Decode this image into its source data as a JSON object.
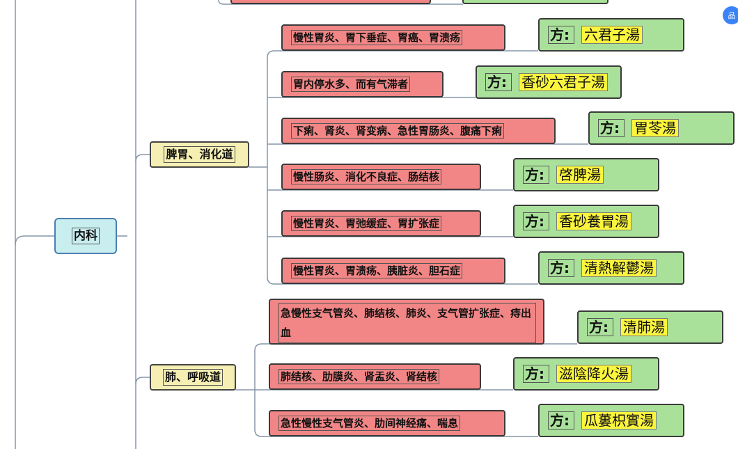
{
  "root": {
    "label": "内科"
  },
  "formula_label": "方:",
  "categories": [
    {
      "label": "脾胃、消化道",
      "rows": [
        {
          "symptom": "慢性胃炎、胃下垂症、胃癌、胃溃疡",
          "formula": "六君子湯"
        },
        {
          "symptom": "胃内停水多、而有气滞者",
          "formula": "香砂六君子湯"
        },
        {
          "symptom": "下痢、肾炎、肾变病、急性胃肠炎、腹痛下痢",
          "formula": "胃苓湯"
        },
        {
          "symptom": "慢性肠炎、消化不良症、肠结核",
          "formula": "啓脾湯"
        },
        {
          "symptom": "慢性胃炎、胃弛缓症、胃扩张症",
          "formula": "香砂養胃湯"
        },
        {
          "symptom": "慢性胃炎、胃溃疡、胰脏炎、胆石症",
          "formula": "清熱解鬱湯"
        }
      ]
    },
    {
      "label": "肺、呼吸道",
      "rows": [
        {
          "symptom": "急慢性支气管炎、肺结核、肺炎、支气管扩张症、痔出血",
          "formula": "清肺湯"
        },
        {
          "symptom": "肺结核、肋膜炎、肾盂炎、肾结核",
          "formula": "滋陰降火湯"
        },
        {
          "symptom": "急性慢性支气管炎、肋间神经痛、喘息",
          "formula": "瓜蔞枳實湯"
        }
      ]
    }
  ],
  "colors": {
    "symptom_bg": "#f28686",
    "formula_bg": "#a9e19a",
    "formula_name_bg": "#fbf53e",
    "category_bg": "#f5efb3",
    "root_bg": "#c9eef0",
    "connector": "#8595a8"
  },
  "corner_icon": {
    "name": "floating-assist-icon",
    "glyph": "品"
  }
}
